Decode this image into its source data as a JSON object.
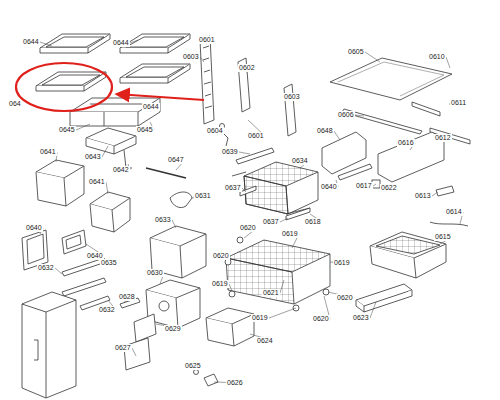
{
  "diagram": {
    "labels": [
      "0644",
      "0644",
      "064",
      "0644",
      "0645",
      "0645",
      "0601",
      "0603",
      "0602",
      "0603",
      "0604",
      "0601",
      "0605",
      "0610",
      "0611",
      "0606",
      "0648",
      "0612",
      "0616",
      "0639",
      "0634",
      "0641",
      "0643",
      "0642",
      "0647",
      "0637",
      "0640",
      "0617",
      "0622",
      "0613",
      "0641",
      "0631",
      "0614",
      "0618",
      "0637",
      "0633",
      "0640",
      "0620",
      "0619",
      "0615",
      "0635",
      "0640",
      "0632",
      "0620",
      "0619",
      "0630",
      "0619",
      "0621",
      "0628",
      "0620",
      "0632",
      "0623",
      "0619",
      "0620",
      "0629",
      "0627",
      "0624",
      "0625",
      "0626"
    ]
  }
}
